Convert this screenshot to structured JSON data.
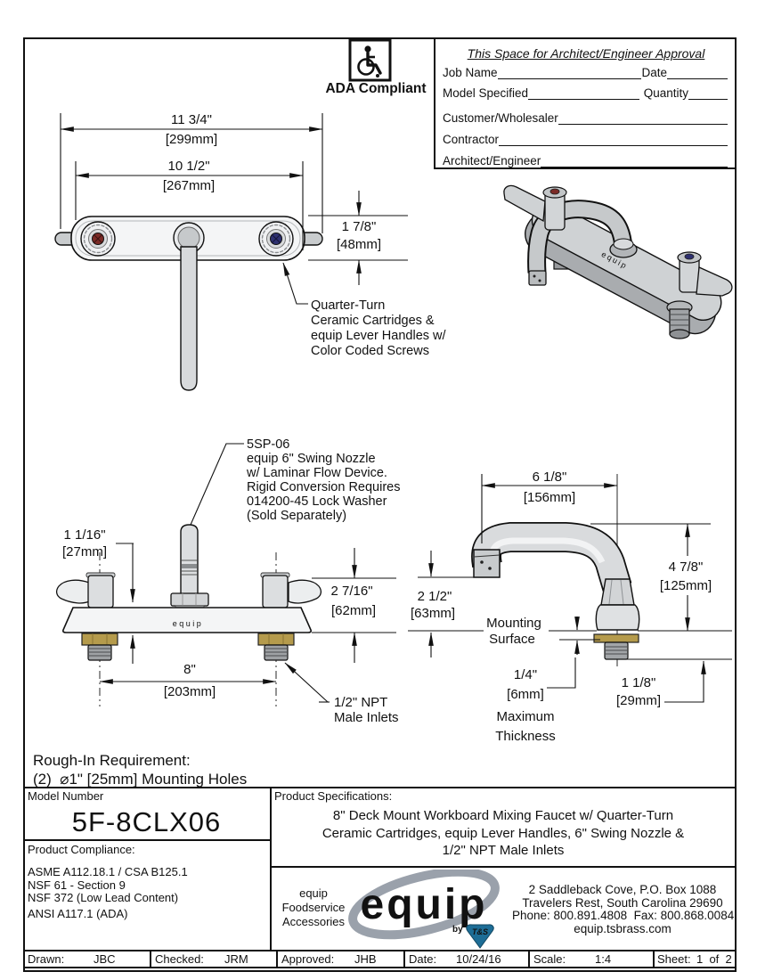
{
  "ada": {
    "label": "ADA Compliant"
  },
  "approval": {
    "title": "This Space for Architect/Engineer Approval",
    "job_name": "Job Name",
    "date": "Date",
    "model_specified": "Model Specified",
    "quantity": "Quantity",
    "customer": "Customer/Wholesaler",
    "contractor": "Contractor",
    "architect": "Architect/Engineer"
  },
  "drawings": {
    "body_label": "equip"
  },
  "top_view": {
    "dim1_in": "11 3/4\"",
    "dim1_mm": "[299mm]",
    "dim2_in": "10 1/2\"",
    "dim2_mm": "[267mm]",
    "dim3_in": "1 7/8\"",
    "dim3_mm": "[48mm]",
    "callout": [
      "Quarter-Turn",
      "Ceramic Cartridges &",
      "equip Lever Handles w/",
      "Color Coded Screws"
    ]
  },
  "front_view": {
    "nozzle_callout": [
      "5SP-06",
      "equip 6\" Swing Nozzle",
      "w/ Laminar Flow Device.",
      "Rigid Conversion Requires",
      "014200-45 Lock Washer",
      "(Sold Separately)"
    ],
    "dim_handle_in": "1 1/16\"",
    "dim_handle_mm": "[27mm]",
    "dim_body_in": "2 7/16\"",
    "dim_body_mm": "[62mm]",
    "dim_centers_in": "8\"",
    "dim_centers_mm": "[203mm]",
    "inlet_callout": [
      "1/2\" NPT",
      "Male Inlets"
    ]
  },
  "side_view": {
    "dim_reach_in": "6 1/8\"",
    "dim_reach_mm": "[156mm]",
    "dim_height_in": "4 7/8\"",
    "dim_height_mm": "[125mm]",
    "dim_clear_in": "2 1/2\"",
    "dim_clear_mm": "[63mm]",
    "mounting": [
      "Mounting",
      "Surface"
    ],
    "thickness": [
      "1/4\"",
      "[6mm]",
      "Maximum",
      "Thickness"
    ],
    "dim_shank_in": "1 1/8\"",
    "dim_shank_mm": "[29mm]"
  },
  "rough_in": {
    "line1": "Rough-In Requirement:",
    "line2": "(2)  ⌀1\" [25mm] Mounting Holes"
  },
  "title_block": {
    "model_label": "Model Number",
    "model_number": "5F-8CLX06",
    "specs_label": "Product Specifications:",
    "specs": [
      "8\" Deck Mount Workboard Mixing Faucet w/ Quarter-Turn",
      "Ceramic Cartridges, equip Lever Handles, 6\" Swing Nozzle &",
      "1/2\" NPT Male Inlets"
    ],
    "compliance_label": "Product Compliance:",
    "compliance": [
      "ASME A112.18.1 / CSA B125.1",
      "NSF 61 - Section 9",
      "NSF 372 (Low Lead Content)",
      "ANSI A117.1 (ADA)"
    ],
    "brand_tagline": [
      "equip",
      "Foodservice",
      "Accessories"
    ],
    "logo_text": "equip",
    "logo_by": "by",
    "logo_shield_text": "T&S",
    "address": [
      "2 Saddleback Cove, P.O. Box 1088",
      "Travelers Rest, South Carolina 29690",
      "Phone: 800.891.4808  Fax: 800.868.0084",
      "equip.tsbrass.com"
    ]
  },
  "footer": {
    "drawn_label": "Drawn:",
    "drawn": "JBC",
    "checked_label": "Checked:",
    "checked": "JRM",
    "approved_label": "Approved:",
    "approved": "JHB",
    "date_label": "Date:",
    "date": "10/24/16",
    "scale_label": "Scale:",
    "scale": "1:4",
    "sheet_label": "Sheet:",
    "sheet": "1  of  2"
  },
  "colors": {
    "line": "#1a1a1a",
    "brass": "#b59b4c",
    "red_screw": "#7b2a26",
    "blue_screw": "#2e3070",
    "logo_gray": "#9aa1ab",
    "shield_blue": "#1d6d96"
  }
}
